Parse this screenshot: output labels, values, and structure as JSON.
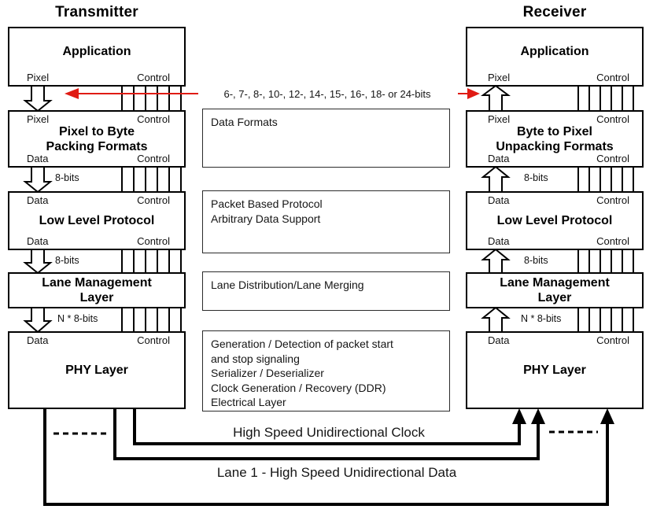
{
  "columns": {
    "tx": {
      "heading": "Transmitter",
      "boxes": {
        "application": {
          "title": "Application",
          "port_bl": "Pixel",
          "port_br": "Control"
        },
        "pixel_to_byte": {
          "port_tl": "Pixel",
          "port_tr": "Control",
          "title": "Pixel to Byte\nPacking Formats",
          "port_bl": "Data",
          "port_br": "Control"
        },
        "low_level": {
          "port_tl": "Data",
          "port_tr": "Control",
          "title": "Low Level Protocol",
          "port_bl": "Data",
          "port_br": "Control"
        },
        "lane_mgmt": {
          "title": "Lane Management\nLayer"
        },
        "phy": {
          "port_tl": "Data",
          "port_tr": "Control",
          "title": "PHY Layer"
        }
      },
      "bus_labels": {
        "b1": "8-bits",
        "b2": "8-bits",
        "b3": "N * 8-bits"
      }
    },
    "rx": {
      "heading": "Receiver",
      "boxes": {
        "application": {
          "title": "Application",
          "port_bl": "Pixel",
          "port_br": "Control"
        },
        "byte_to_pixel": {
          "port_tl": "Pixel",
          "port_tr": "Control",
          "title": "Byte to Pixel\nUnpacking Formats",
          "port_bl": "Data",
          "port_br": "Control"
        },
        "low_level": {
          "port_tl": "Data",
          "port_tr": "Control",
          "title": "Low Level Protocol",
          "port_bl": "Data",
          "port_br": "Control"
        },
        "lane_mgmt": {
          "title": "Lane Management\nLayer"
        },
        "phy": {
          "port_tl": "Data",
          "port_tr": "Control",
          "title": "PHY Layer"
        }
      },
      "bus_labels": {
        "b1": "8-bits",
        "b2": "8-bits",
        "b3": "N * 8-bits"
      }
    }
  },
  "top_annotation": {
    "bits_label": "6-, 7-, 8-, 10-, 12-, 14-, 15-, 16-, 18- or 24-bits"
  },
  "side_annotations": {
    "data_formats": "Data Formats",
    "packet_protocol": "Packet Based Protocol\nArbitrary Data Support",
    "lane_distribution": "Lane Distribution/Lane Merging",
    "phy_functions": "Generation / Detection of packet start\nand stop signaling\nSerializer / Deserializer\nClock Generation / Recovery (DDR)\nElectrical Layer"
  },
  "bottom_links": {
    "clock_label": "High Speed Unidirectional Clock",
    "lane1_label": "Lane 1 - High Speed Unidirectional Data"
  },
  "colors": {
    "arrow_red": "#e01b14",
    "line_black": "#000000"
  }
}
